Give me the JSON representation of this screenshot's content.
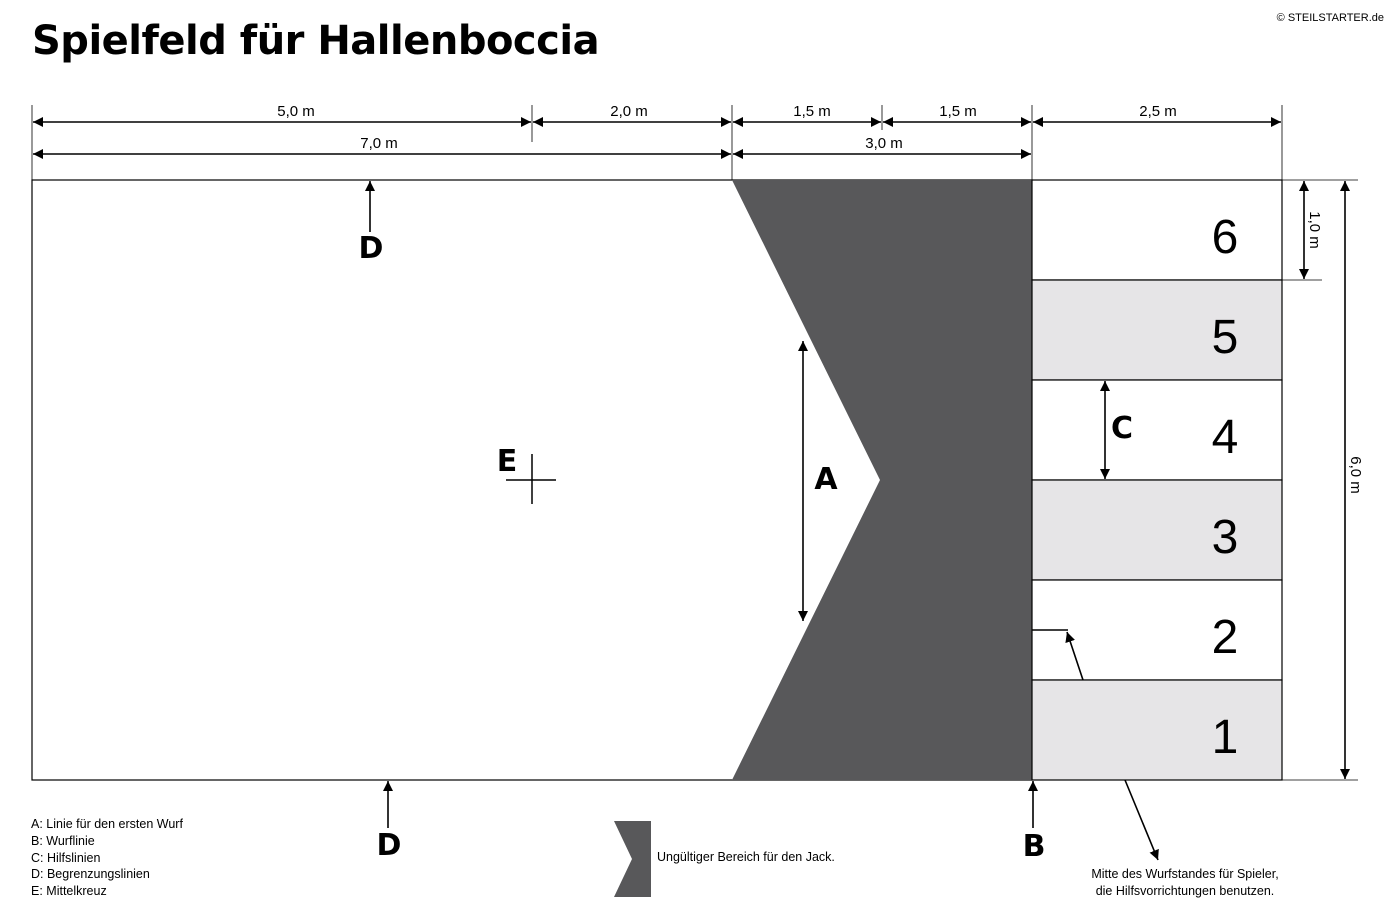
{
  "title": "Spielfeld für Hallenboccia",
  "copyright": "© STEILSTARTER.de",
  "colors": {
    "invalid_area": "#58585a",
    "lane_shaded": "#e6e5e7",
    "lane_plain": "#ffffff",
    "line": "#000000"
  },
  "dimensions": {
    "top_row": [
      "5,0 m",
      "2,0 m",
      "1,5 m",
      "1,5 m",
      "2,5 m"
    ],
    "second_row": [
      "7,0 m",
      "3,0 m"
    ],
    "lane_height": "1,0 m",
    "total_height": "6,0 m"
  },
  "markers": {
    "a": "A",
    "b": "B",
    "c": "C",
    "d_top": "D",
    "d_bottom": "D",
    "e": "E"
  },
  "lanes": [
    "6",
    "5",
    "4",
    "3",
    "2",
    "1"
  ],
  "legend": [
    "A: Linie für den ersten Wurf",
    "B: Wurflinie",
    "C: Hilfslinien",
    "D: Begrenzungslinien",
    "E: Mittelkreuz"
  ],
  "invalid_label": "Ungültiger Bereich für den Jack.",
  "center_note": [
    "Mitte des Wurfstandes für Spieler,",
    "die Hilfsvorrichtungen benutzen."
  ]
}
